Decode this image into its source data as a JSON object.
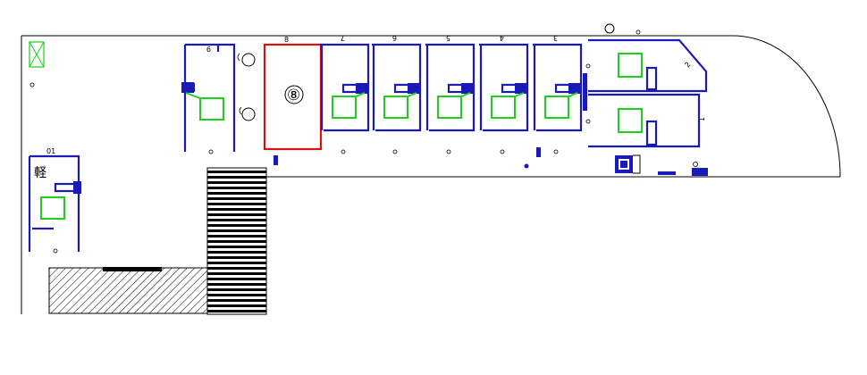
{
  "plan": {
    "room_numbers": [
      "9",
      "8",
      "7",
      "6",
      "5",
      "4",
      "3",
      "2",
      "1",
      "01"
    ],
    "selected_room": {
      "number": "8",
      "marker": "⑧"
    },
    "corner_label": "軽",
    "colors": {
      "walls": "#1a1ab8",
      "fixtures": "#19d219",
      "selection": "#e01010",
      "outline": "#000000"
    }
  }
}
